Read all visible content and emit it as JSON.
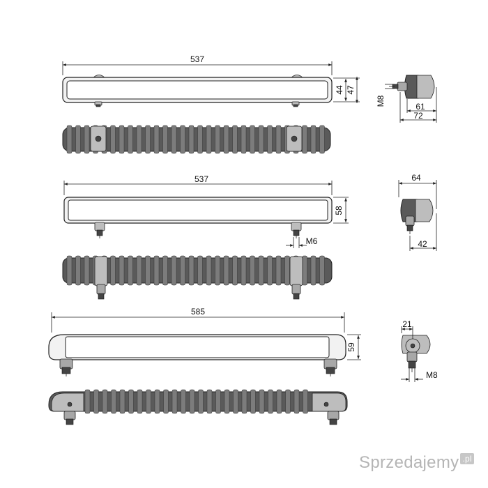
{
  "drawing": {
    "row1": {
      "width_label": "537",
      "height_inner_label": "44",
      "height_outer_label": "47"
    },
    "row1_side": {
      "thread_label": "M8",
      "depth_inner_label": "61",
      "depth_outer_label": "72"
    },
    "row2": {
      "width_label": "537",
      "height_label": "58",
      "thread_label": "M6"
    },
    "row2_side": {
      "depth_label": "64",
      "offset_label": "42"
    },
    "row3": {
      "width_label": "585",
      "height_label": "59"
    },
    "row3_side": {
      "offset_label": "21",
      "thread_label": "M8"
    }
  },
  "watermark": {
    "text": "Sprzedajemy",
    "suffix": ".pl"
  }
}
